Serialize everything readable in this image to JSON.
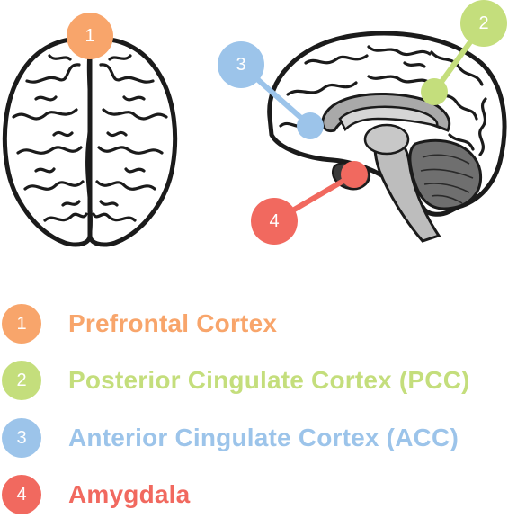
{
  "colors": {
    "orange": "#f8a56b",
    "green": "#c4de7c",
    "blue": "#9cc4ea",
    "red": "#f1695f",
    "outline": "#1b1b1b",
    "gray": "#a9a9a9"
  },
  "markers": [
    {
      "number": "1",
      "color": "#f8a56b"
    },
    {
      "number": "2",
      "color": "#c4de7c"
    },
    {
      "number": "3",
      "color": "#9cc4ea"
    },
    {
      "number": "4",
      "color": "#f1695f"
    }
  ],
  "legend": [
    {
      "number": "1",
      "label": "Prefrontal Cortex",
      "color": "#f8a56b"
    },
    {
      "number": "2",
      "label": "Posterior Cingulate Cortex (PCC)",
      "color": "#c4de7c"
    },
    {
      "number": "3",
      "label": "Anterior Cingulate Cortex (ACC)",
      "color": "#9cc4ea"
    },
    {
      "number": "4",
      "label": "Amygdala",
      "color": "#f1695f"
    }
  ]
}
